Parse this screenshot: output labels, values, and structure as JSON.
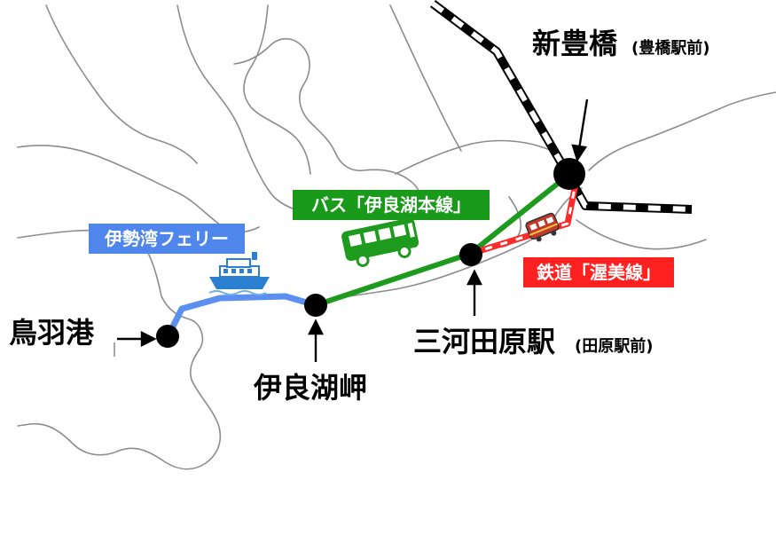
{
  "stations": {
    "shintoyohashi": {
      "name": "新豊橋",
      "sub": "(豊橋駅前)"
    },
    "mikawatahara": {
      "name": "三河田原駅",
      "sub": "(田原駅前)"
    },
    "iragomisaki": {
      "name": "伊良湖岬"
    },
    "toba": {
      "name": "鳥羽港"
    }
  },
  "routes": {
    "ferry": {
      "label": "伊勢湾フェリー",
      "color": "#5b8ff0",
      "box_color": "#4f86ec"
    },
    "bus": {
      "label": "バス「伊良湖本線」",
      "color": "#1e9b1e",
      "box_color": "#1a9a1a"
    },
    "rail": {
      "label": "鉄道「渥美線」",
      "color": "#ff2a2a",
      "box_color": "#ff2020"
    },
    "jr_line": {
      "color": "#000000"
    }
  },
  "icons": {
    "bus": "bus-icon",
    "train": "train-icon",
    "ship": "ship-icon",
    "pointer": "arrow-icon"
  }
}
